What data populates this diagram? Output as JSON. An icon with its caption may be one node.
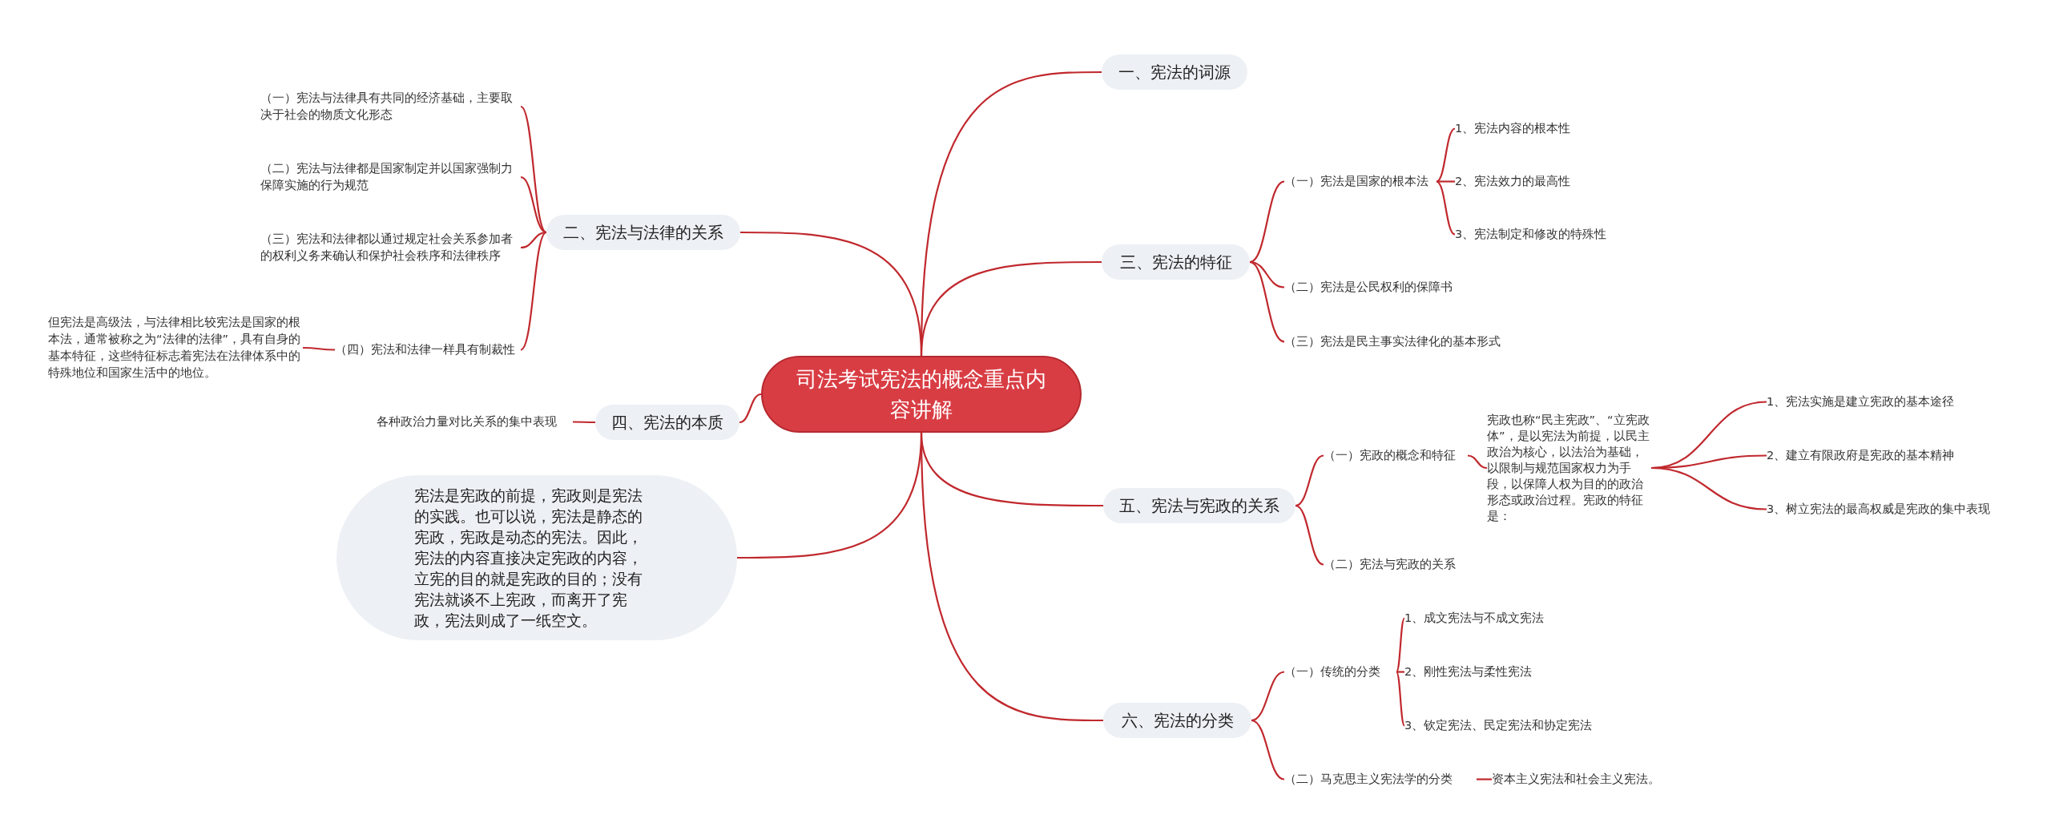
{
  "diagram": {
    "nodes": [
      {
        "text": [
          "司法考试宪法的概念重点内容讲解"
        ]
      },
      {
        "text": [
          "一、宪法的词源"
        ]
      },
      {
        "text": [
          "二、宪法与法律的关系"
        ]
      },
      {
        "text": [
          "（一）宪法与法律具有共同的经济基础，主要取决于社会的物质文化形态"
        ]
      },
      {
        "text": [
          "（二）宪法与法律都是国家制定并以国家强制力保障实施的行为规范"
        ]
      },
      {
        "text": [
          "（三）宪法和法律都以通过规定社会关系参加者的权利义务来确认和保护社会秩序和法律秩序"
        ]
      },
      {
        "text": [
          "（四）宪法和法律一样具有制裁性"
        ]
      },
      {
        "text": [
          "但宪法是高级法，与法律相比较宪法是国家的根本法，通常被称之为“法律的法律”，具有自身的基本特征，这些特征标志着宪法在法律体系中的特殊地位和国家生活中的地位。"
        ]
      },
      {
        "text": [
          "三、宪法的特征"
        ]
      },
      {
        "text": [
          "（一）宪法是国家的根本法"
        ]
      },
      {
        "text": [
          "1、宪法内容的根本性"
        ]
      },
      {
        "text": [
          "2、宪法效力的最高性"
        ]
      },
      {
        "text": [
          "3、宪法制定和修改的特殊性"
        ]
      },
      {
        "text": [
          "（二）宪法是公民权利的保障书"
        ]
      },
      {
        "text": [
          "（三）宪法是民主事实法律化的基本形式"
        ]
      },
      {
        "text": [
          "四、宪法的本质"
        ]
      },
      {
        "text": [
          "各种政治力量对比关系的集中表现"
        ]
      },
      {
        "text": [
          "宪法是宪政的前提，宪政则是宪法的实践。也可以说，宪法是静态的宪政，宪政是动态的宪法。因此，宪法的内容直接决定宪政的内容，立宪的目的就是宪政的目的；没有宪法就谈不上宪政，而离开了宪政，宪法则成了一纸空文。"
        ]
      },
      {
        "text": [
          "五、宪法与宪政的关系"
        ]
      },
      {
        "text": [
          "（一）宪政的概念和特征"
        ]
      },
      {
        "text": [
          "宪政也称“民主宪政”、“立宪政体”，是以宪法为前提，以民主政治为核心，以法治为基础，以限制与规范国家权力为手段，以保障人权为目的的政治形态或政治过程。宪政的特征是："
        ]
      },
      {
        "text": [
          "1、宪法实施是建立宪政的基本途径"
        ]
      },
      {
        "text": [
          "2、建立有限政府是宪政的基本精神"
        ]
      },
      {
        "text": [
          "3、树立宪法的最高权威是宪政的集中表现"
        ]
      },
      {
        "text": [
          "（二）宪法与宪政的关系"
        ]
      },
      {
        "text": [
          "六、宪法的分类"
        ]
      },
      {
        "text": [
          "（一）传统的分类"
        ]
      },
      {
        "text": [
          "1、成文宪法与不成文宪法"
        ]
      },
      {
        "text": [
          "2、刚性宪法与柔性宪法"
        ]
      },
      {
        "text": [
          "3、钦定宪法、民定宪法和协定宪法"
        ]
      },
      {
        "text": [
          "（二）马克思主义宪法学的分类"
        ]
      },
      {
        "text": [
          "资本主义宪法和社会主义宪法。"
        ]
      }
    ],
    "edges": [
      {
        "from": 0,
        "to": 1,
        "arrow": "none"
      },
      {
        "from": 0,
        "to": 2,
        "arrow": "none"
      },
      {
        "from": 2,
        "to": 3,
        "arrow": "none"
      },
      {
        "from": 2,
        "to": 4,
        "arrow": "none"
      },
      {
        "from": 2,
        "to": 5,
        "arrow": "none"
      },
      {
        "from": 2,
        "to": 6,
        "arrow": "none"
      },
      {
        "from": 6,
        "to": 7,
        "arrow": "none"
      },
      {
        "from": 0,
        "to": 8,
        "arrow": "none"
      },
      {
        "from": 8,
        "to": 9,
        "arrow": "none"
      },
      {
        "from": 9,
        "to": 10,
        "arrow": "none"
      },
      {
        "from": 9,
        "to": 11,
        "arrow": "none"
      },
      {
        "from": 9,
        "to": 12,
        "arrow": "none"
      },
      {
        "from": 8,
        "to": 13,
        "arrow": "none"
      },
      {
        "from": 8,
        "to": 14,
        "arrow": "none"
      },
      {
        "from": 0,
        "to": 15,
        "arrow": "none"
      },
      {
        "from": 15,
        "to": 16,
        "arrow": "none"
      },
      {
        "from": 0,
        "to": 17,
        "arrow": "none"
      },
      {
        "from": 0,
        "to": 18,
        "arrow": "none"
      },
      {
        "from": 18,
        "to": 19,
        "arrow": "none"
      },
      {
        "from": 19,
        "to": 20,
        "arrow": "none"
      },
      {
        "from": 20,
        "to": 21,
        "arrow": "none"
      },
      {
        "from": 20,
        "to": 22,
        "arrow": "none"
      },
      {
        "from": 20,
        "to": 23,
        "arrow": "none"
      },
      {
        "from": 18,
        "to": 24,
        "arrow": "none"
      },
      {
        "from": 0,
        "to": 25,
        "arrow": "none"
      },
      {
        "from": 25,
        "to": 26,
        "arrow": "none"
      },
      {
        "from": 26,
        "to": 27,
        "arrow": "none"
      },
      {
        "from": 26,
        "to": 28,
        "arrow": "none"
      },
      {
        "from": 26,
        "to": 29,
        "arrow": "none"
      },
      {
        "from": 25,
        "to": 30,
        "arrow": "none"
      },
      {
        "from": 30,
        "to": 31,
        "arrow": "none"
      }
    ]
  }
}
